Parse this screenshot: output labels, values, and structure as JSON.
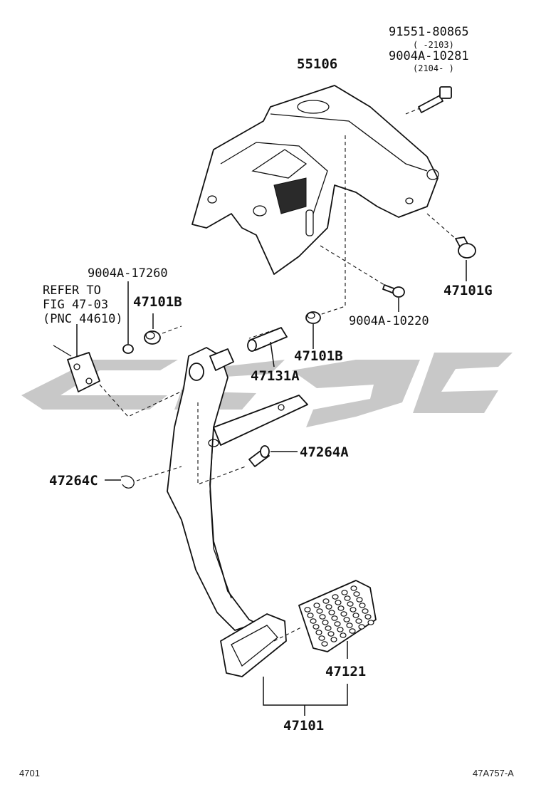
{
  "labels": {
    "p55106": "55106",
    "bolt_top_1": "91551-80865",
    "bolt_top_1_range": "(    -2103)",
    "bolt_top_2": "9004A-10281",
    "bolt_top_2_range": "(2104-    )",
    "p47101G": "47101G",
    "p9004A_10220": "9004A-10220",
    "p9004A_17260": "9004A-17260",
    "refer_1": "REFER TO",
    "refer_2": "FIG 47-03",
    "refer_3": "(PNC 44610)",
    "p47101B_left": "47101B",
    "p47101B_right": "47101B",
    "p47131A": "47131A",
    "p47264A": "47264A",
    "p47264C": "47264C",
    "p47121": "47121",
    "p47101": "47101"
  },
  "footer": {
    "page_code": "4701",
    "figure_code": "47A757-A"
  },
  "colors": {
    "line": "#111111",
    "watermark": "#c8c8c8"
  }
}
